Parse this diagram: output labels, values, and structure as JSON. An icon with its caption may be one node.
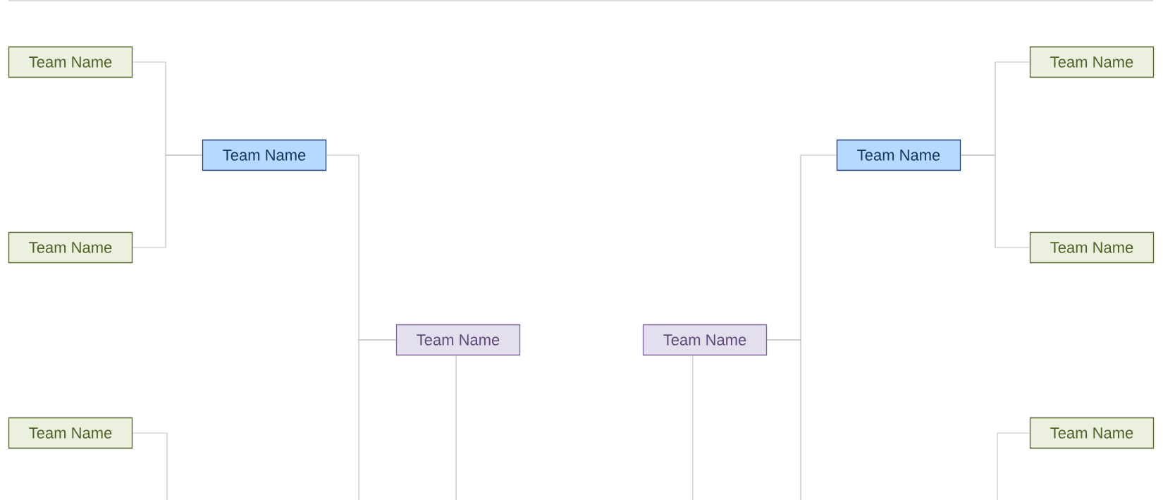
{
  "diagram": {
    "nodes": [
      {
        "text": [
          "Team Name"
        ]
      },
      {
        "text": [
          "Team Name"
        ]
      },
      {
        "text": [
          "Team Name"
        ]
      },
      {
        "text": [
          "Team Name"
        ]
      },
      {
        "text": [
          "Team Name"
        ]
      },
      {
        "text": [
          "Team Name"
        ]
      },
      {
        "text": [
          "Team Name"
        ]
      },
      {
        "text": [
          "Team Name"
        ]
      },
      {
        "text": [
          "Team Name"
        ]
      },
      {
        "text": [
          "Team Name"
        ]
      }
    ],
    "edges": [
      {
        "from": 0,
        "to": 2,
        "arrow": "none"
      },
      {
        "from": 4,
        "to": 2,
        "arrow": "none"
      },
      {
        "from": 1,
        "to": 3,
        "arrow": "none"
      },
      {
        "from": 5,
        "to": 3,
        "arrow": "none"
      },
      {
        "from": 2,
        "to": 6,
        "arrow": "none"
      },
      {
        "from": null,
        "to": 6,
        "arrow": "none"
      },
      {
        "from": 3,
        "to": 7,
        "arrow": "none"
      },
      {
        "from": null,
        "to": 7,
        "arrow": "none"
      },
      {
        "from": 6,
        "to": null,
        "arrow": "none"
      },
      {
        "from": 7,
        "to": null,
        "arrow": "none"
      },
      {
        "from": 8,
        "to": null,
        "arrow": "none"
      },
      {
        "from": 9,
        "to": null,
        "arrow": "none"
      }
    ]
  }
}
